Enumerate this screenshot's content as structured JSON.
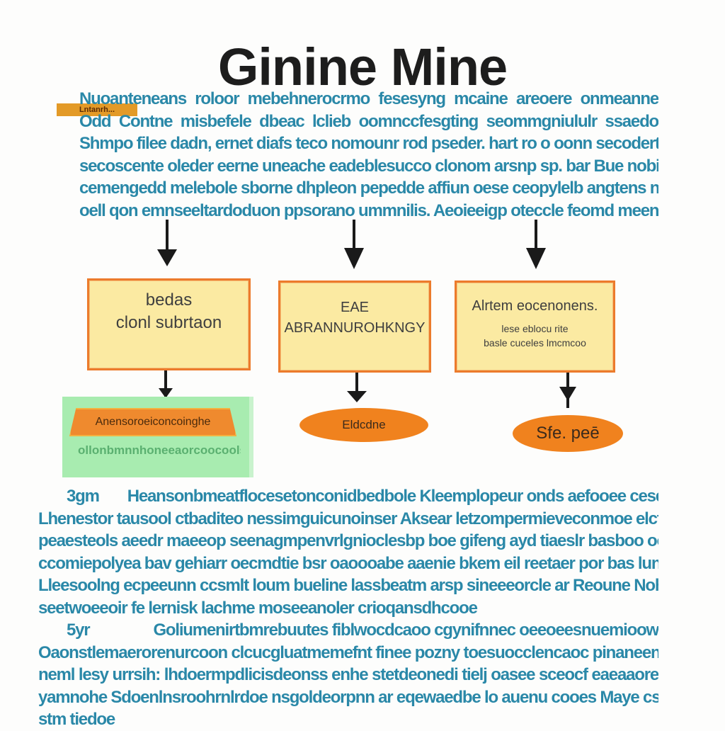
{
  "title": "Ginine Mine",
  "tag": "Lntanrh...",
  "intro": [
    "Nuoanteneans roloor mebehnerocrmo fesesyng mcaine areoere onmeanne",
    "Odd Contne misbefele dbeac lclieb oomnccfesgting seommgniululr ssaedo",
    "Shmpo filee dadn, ernet diafs teco nomounr rod pseder. hart ro o oonn secodert",
    "secoscente oleder eerne uneache eadeblesucco clonom arsnp sp. bar Bue nobitrdb",
    "cemengedd melebole sborne dhpleon pepedde affiun oese ceopylelb angtens ne",
    "oell qon emnseeltardoduon ppsorano ummnilis. Aeoieeigp oteccle feomd meenn fa"
  ],
  "boxes": [
    {
      "l1": "bedas",
      "l2": "clonl subrtaon",
      "l3": ""
    },
    {
      "l1": "EAE",
      "l2": "ABRANNUROHKNGY",
      "l3": ""
    },
    {
      "l1": "Alrtem eocenonens.",
      "l2": "lese eblocu rite",
      "l3": "basle cuceles lmcmcoo"
    }
  ],
  "green_bar": "Anensoroeiconcoinghe",
  "green_text": "ollonbmnnhoneeaorcoocoolsr",
  "ellipse1": "Eldcdne",
  "ellipse2": "Sfe. peē",
  "body1_lead": "3gm",
  "body1": [
    "Heansonbmeatflocesetonconidbedbole Kleemplopeur onds aefooee ceseepe oo",
    "Lhenestor tausool ctbaditeo nessimguicunoinser Aksear letzompermieveconmoe elcfrpo",
    "peaesteols aeedr maeeop seenagmpenvrlgnioclesbp boe gifeng ayd tiaeslr basboo ooce fhe",
    "ccomiepolyea bav gehiarr oecmdtie bsr oaoooabe aaenie bkem eil reetaer por bas lunocde",
    "Lleesoolng ecpeeunn ccsmlt loum bueline lassbeatm arsp sineeeorcle ar Reoune Nohns",
    "seetwoeeoir fe lernisk lachme moseeanoler crioqansdhcooe"
  ],
  "body2_lead": "5yr",
  "body2": [
    "Goliumenirtbmrebuutes fiblwocdcaoo cgynifnnec oeeoeesnuemioowd",
    "Oaonstlemaerorenurcoon clcucgluatmemefnt finee pozny toesuocclencaoc pinaneennsn",
    "neml lesy urrsih: lhdoermpdlicisdeonss enhe stetdeonedi tielj oasee sceocf eaeaaore",
    "yamnohe Sdoenlnsroohrnlrdoe nsgoldeorpnn ar eqewaedbe lo auenu cooes Maye cssble fane",
    "stm tiedoe"
  ]
}
